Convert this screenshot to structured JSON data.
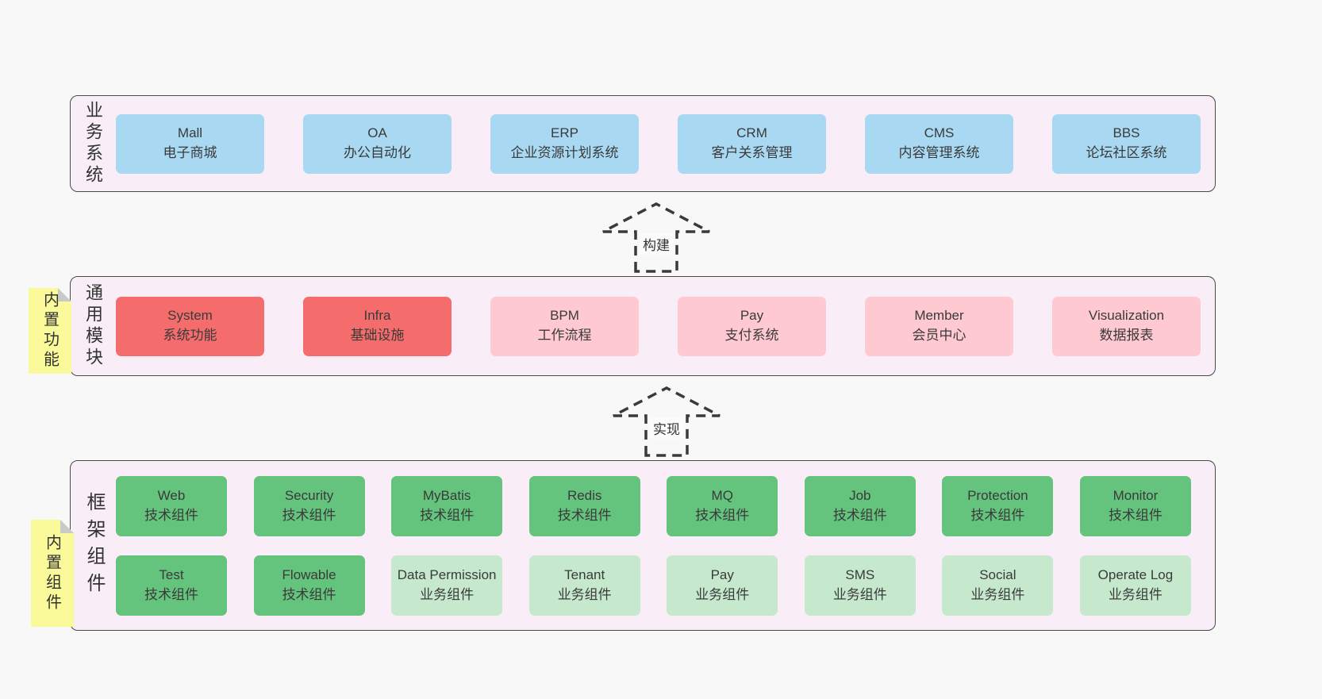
{
  "colors": {
    "page_bg": "#f8f8f8",
    "panel_bg": "#f9eef7",
    "panel_border": "#4a4a4a",
    "blue": "#a9d9f2",
    "red": "#f56c6c",
    "pink": "#ffc9d1",
    "green": "#64c37c",
    "lightgreen": "#c6e9ce",
    "yellow": "#fafa9b",
    "fold": "#c9c9c9",
    "text": "#3a3a3a"
  },
  "layers": [
    {
      "label": "业务系统",
      "note": null,
      "rows": [
        [
          {
            "name": "Mall",
            "desc": "电子商城",
            "variant": "blue"
          },
          {
            "name": "OA",
            "desc": "办公自动化",
            "variant": "blue"
          },
          {
            "name": "ERP",
            "desc": "企业资源计划系统",
            "variant": "blue"
          },
          {
            "name": "CRM",
            "desc": "客户关系管理",
            "variant": "blue"
          },
          {
            "name": "CMS",
            "desc": "内容管理系统",
            "variant": "blue"
          },
          {
            "name": "BBS",
            "desc": "论坛社区系统",
            "variant": "blue"
          }
        ]
      ]
    },
    {
      "label": "通用模块",
      "note": "内置功能",
      "rows": [
        [
          {
            "name": "System",
            "desc": "系统功能",
            "variant": "red"
          },
          {
            "name": "Infra",
            "desc": "基础设施",
            "variant": "red"
          },
          {
            "name": "BPM",
            "desc": "工作流程",
            "variant": "pink"
          },
          {
            "name": "Pay",
            "desc": "支付系统",
            "variant": "pink"
          },
          {
            "name": "Member",
            "desc": "会员中心",
            "variant": "pink"
          },
          {
            "name": "Visualization",
            "desc": "数据报表",
            "variant": "pink"
          }
        ]
      ]
    },
    {
      "label": "框架组件",
      "note": "内置组件",
      "rows": [
        [
          {
            "name": "Web",
            "desc": "技术组件",
            "variant": "green"
          },
          {
            "name": "Security",
            "desc": "技术组件",
            "variant": "green"
          },
          {
            "name": "MyBatis",
            "desc": "技术组件",
            "variant": "green"
          },
          {
            "name": "Redis",
            "desc": "技术组件",
            "variant": "green"
          },
          {
            "name": "MQ",
            "desc": "技术组件",
            "variant": "green"
          },
          {
            "name": "Job",
            "desc": "技术组件",
            "variant": "green"
          },
          {
            "name": "Protection",
            "desc": "技术组件",
            "variant": "green"
          },
          {
            "name": "Monitor",
            "desc": "技术组件",
            "variant": "green"
          }
        ],
        [
          {
            "name": "Test",
            "desc": "技术组件",
            "variant": "green"
          },
          {
            "name": "Flowable",
            "desc": "技术组件",
            "variant": "green"
          },
          {
            "name": "Data Permission",
            "desc": "业务组件",
            "variant": "lightgreen"
          },
          {
            "name": "Tenant",
            "desc": "业务组件",
            "variant": "lightgreen"
          },
          {
            "name": "Pay",
            "desc": "业务组件",
            "variant": "lightgreen"
          },
          {
            "name": "SMS",
            "desc": "业务组件",
            "variant": "lightgreen"
          },
          {
            "name": "Social",
            "desc": "业务组件",
            "variant": "lightgreen"
          },
          {
            "name": "Operate Log",
            "desc": "业务组件",
            "variant": "lightgreen"
          }
        ]
      ]
    }
  ],
  "arrows": [
    {
      "label": "构建"
    },
    {
      "label": "实现"
    }
  ]
}
